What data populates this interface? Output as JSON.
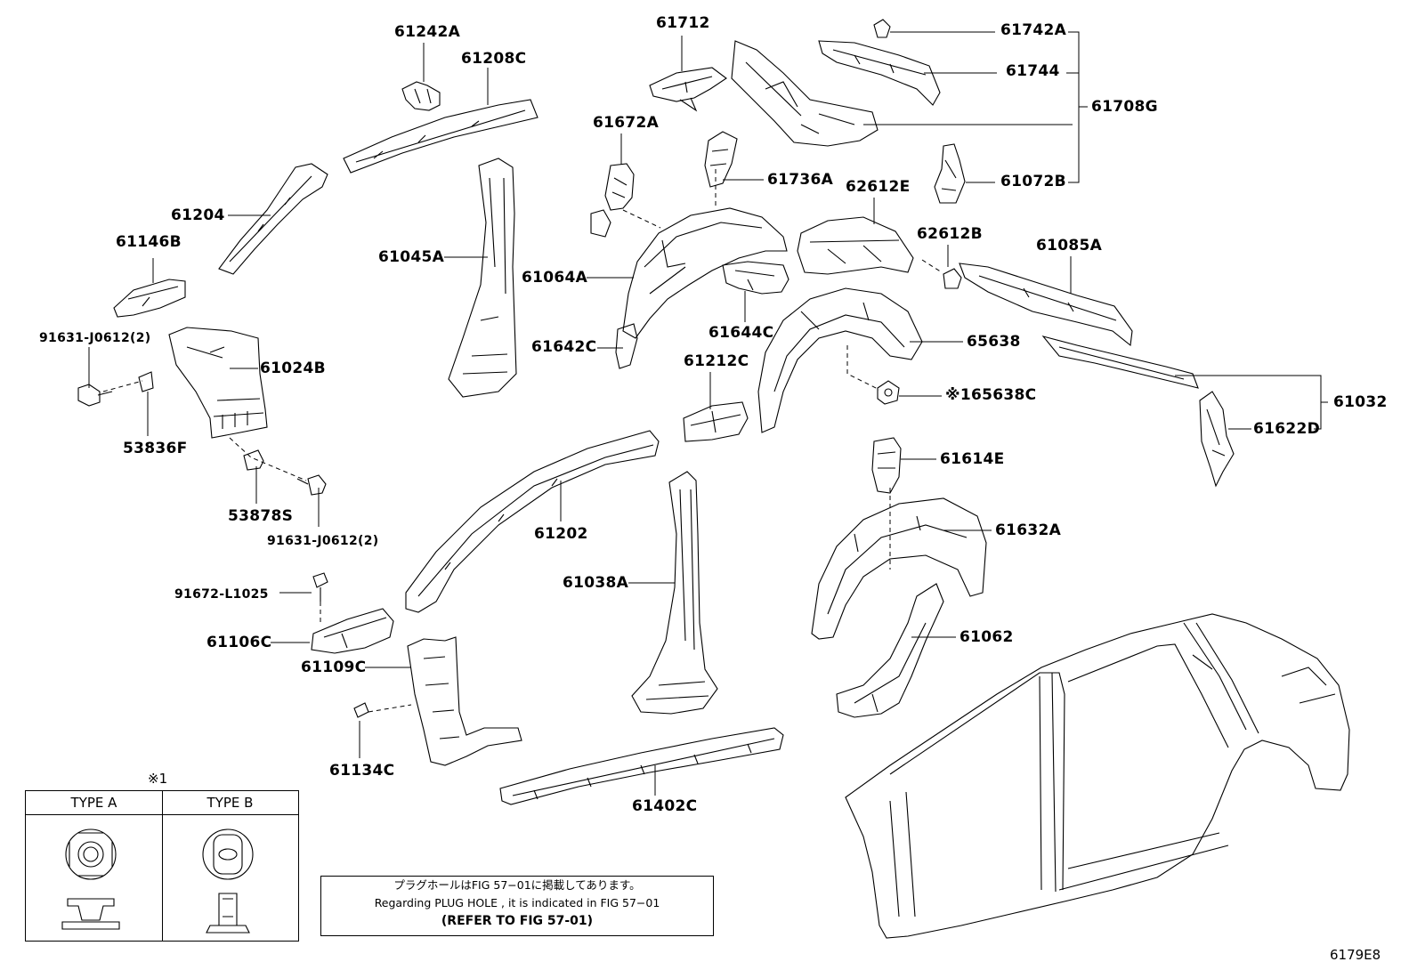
{
  "figure_code": "6179E8",
  "asterisk_mark": "※1",
  "part_labels": {
    "p61242A": "61242A",
    "p61208C": "61208C",
    "p61712": "61712",
    "p61742A": "61742A",
    "p61744": "61744",
    "p61708G": "61708G",
    "p61672A": "61672A",
    "p61204": "61204",
    "p61736A": "61736A",
    "p61072B": "61072B",
    "p62612E": "62612E",
    "p61146B": "61146B",
    "p61045A": "61045A",
    "p62612B": "62612B",
    "p61085A": "61085A",
    "p61064A": "61064A",
    "p91631a": "91631-J0612(2)",
    "p61642C": "61642C",
    "p61644C": "61644C",
    "p65638": "65638",
    "p61024B": "61024B",
    "p61212C": "61212C",
    "p65638C": "※165638C",
    "p61032": "61032",
    "p61622D": "61622D",
    "p53836F": "53836F",
    "p61614E": "61614E",
    "p53878S": "53878S",
    "p61202": "61202",
    "p61632A": "61632A",
    "p91631b": "91631-J0612(2)",
    "p61038A": "61038A",
    "p91672": "91672-L1025",
    "p61062": "61062",
    "p61106C": "61106C",
    "p61109C": "61109C",
    "p61134C": "61134C",
    "p61402C": "61402C"
  },
  "type_table": {
    "type_a": "TYPE A",
    "type_b": "TYPE B"
  },
  "note": {
    "line_jp": "プラグホールはFIG 57−01に掲載してあります。",
    "line_en": "Regarding  PLUG  HOLE , it is indicated in FIG  57−01",
    "line_ref": "(REFER TO FIG 57-01)"
  }
}
